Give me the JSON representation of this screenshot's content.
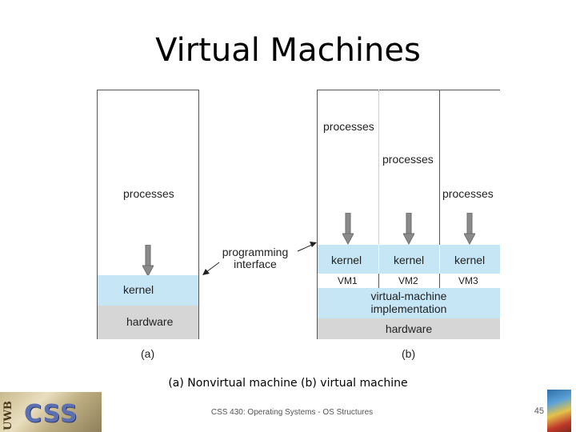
{
  "slide": {
    "title": "Virtual Machines",
    "caption": "(a) Nonvirtual machine (b) virtual machine",
    "footer": "CSS 430: Operating Systems - OS Structures",
    "page_number": "45"
  },
  "diagram_a": {
    "processes": "processes",
    "kernel": "kernel",
    "hardware": "hardware",
    "label": "(a)"
  },
  "interface_label": {
    "line1": "programming",
    "line2": "interface"
  },
  "diagram_b": {
    "processes": [
      "processes",
      "processes",
      "processes"
    ],
    "kernels": [
      "kernel",
      "kernel",
      "kernel"
    ],
    "vms": [
      "VM1",
      "VM2",
      "VM3"
    ],
    "vm_impl_line1": "virtual-machine",
    "vm_impl_line2": "implementation",
    "hardware": "hardware",
    "label": "(b)"
  },
  "colors": {
    "kernel": "#c6e6f6",
    "hardware": "#d6d6d6",
    "arrow": "#8a8a8a"
  }
}
